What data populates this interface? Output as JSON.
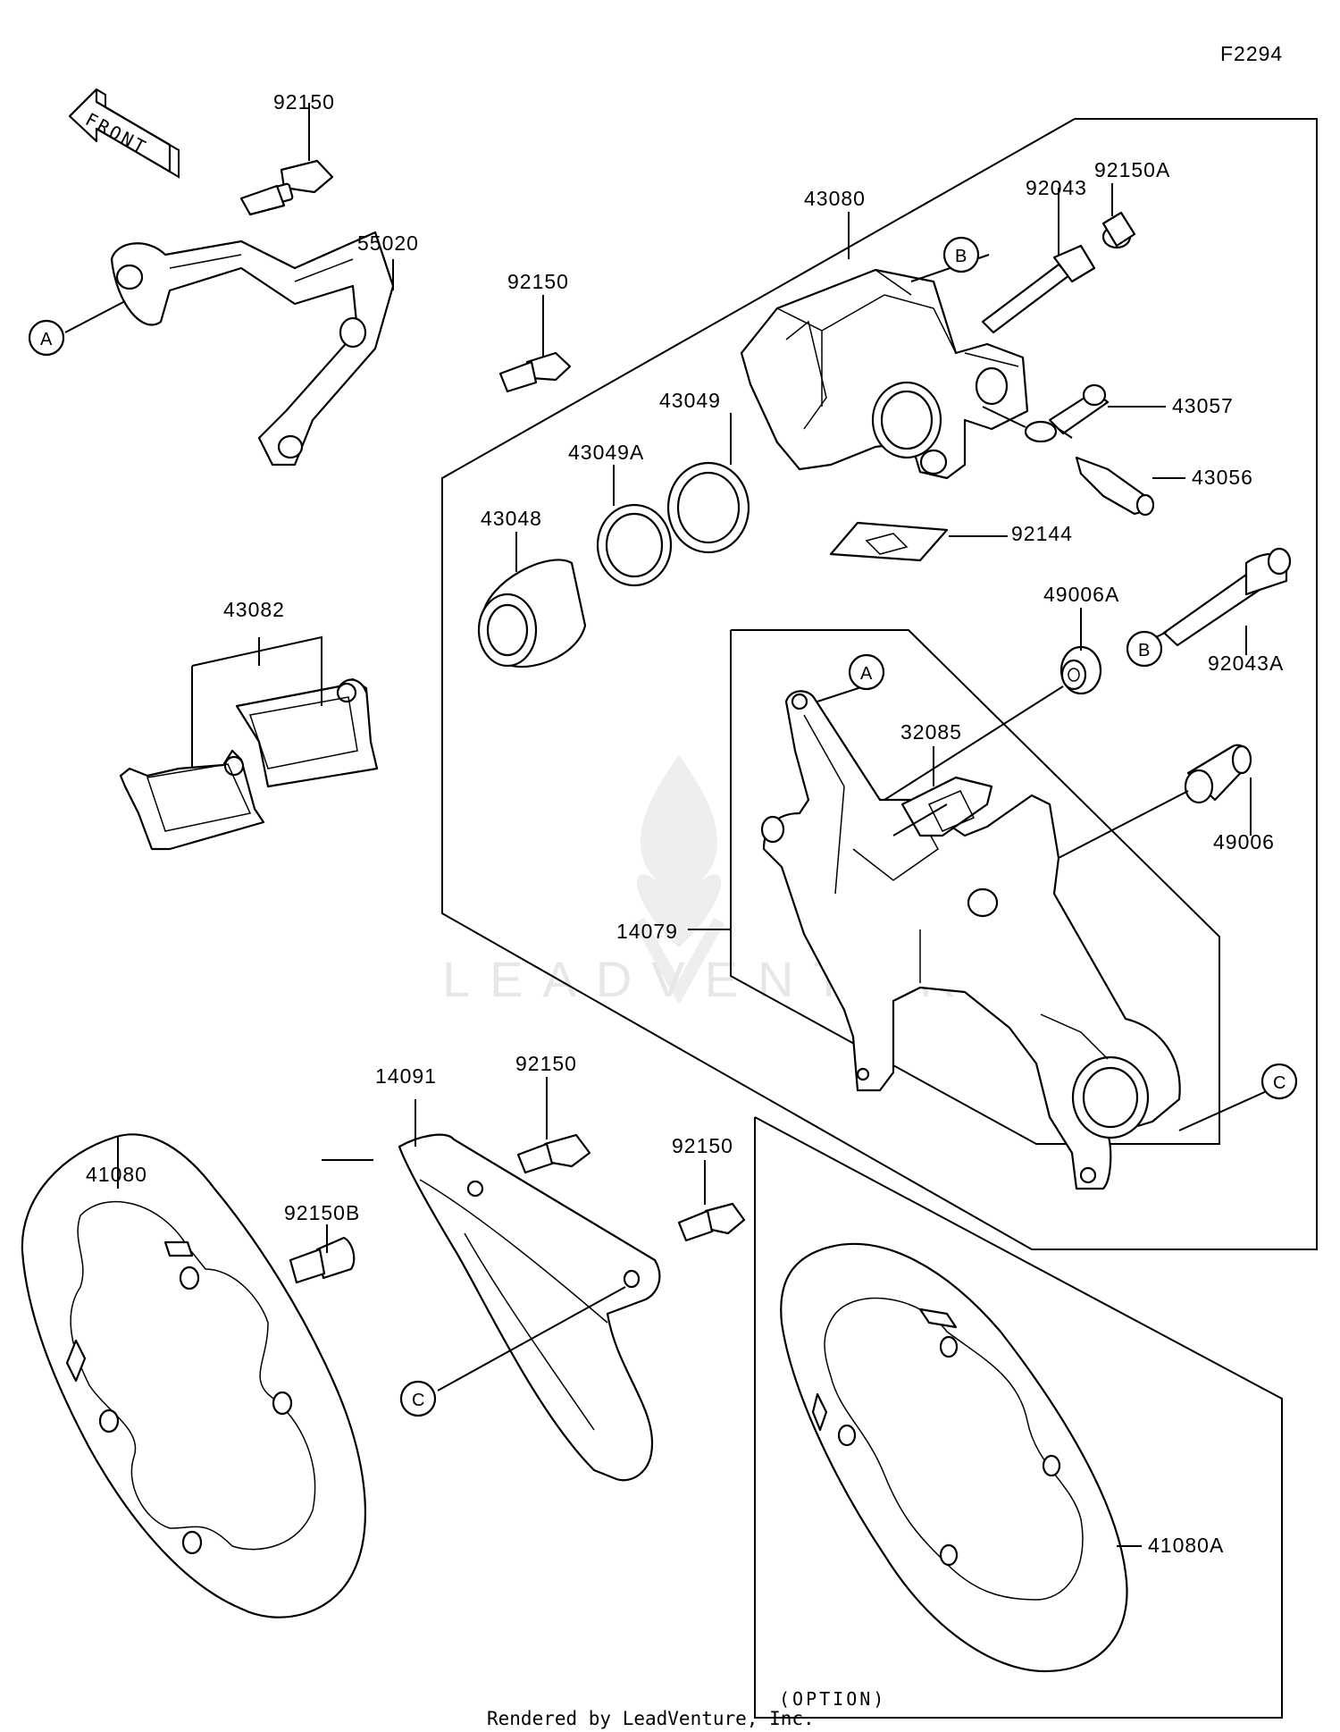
{
  "figure_code": "F2294",
  "front_label": "FRONT",
  "watermark": "LEADVENTURE",
  "footer": "Rendered by LeadVenture, Inc.",
  "option_label": "(OPTION)",
  "ref_letters": {
    "a": "A",
    "b": "B",
    "c": "C"
  },
  "parts": {
    "p92150_top": "92150",
    "p55020": "55020",
    "p92150_mid": "92150",
    "p43080": "43080",
    "p92043": "92043",
    "p92150A": "92150A",
    "p43049": "43049",
    "p43049A": "43049A",
    "p43048": "43048",
    "p43057": "43057",
    "p43056": "43056",
    "p92144": "92144",
    "p43082": "43082",
    "p49006A": "49006A",
    "p92043A": "92043A",
    "p32085": "32085",
    "p14079": "14079",
    "p49006": "49006",
    "p14091": "14091",
    "p92150_low": "92150",
    "p92150_right": "92150",
    "p41080": "41080",
    "p92150B": "92150B",
    "p41080A": "41080A"
  }
}
